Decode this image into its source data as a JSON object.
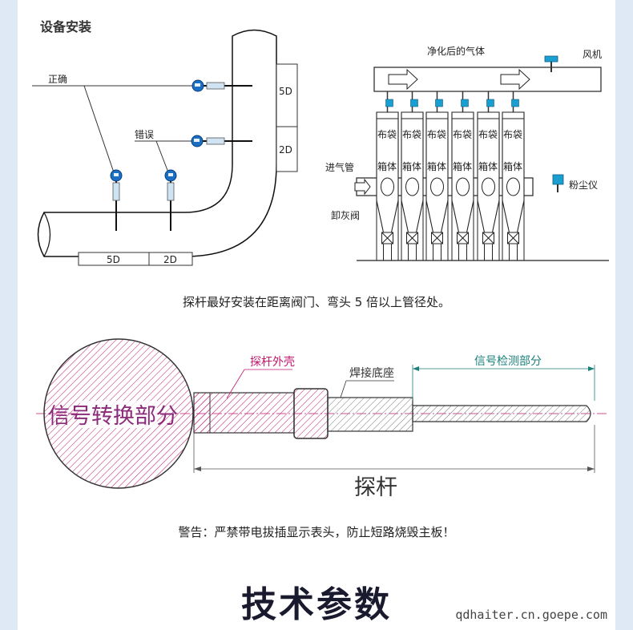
{
  "section_title": "设备安装",
  "install_diagram": {
    "label_correct": "正确",
    "label_wrong": "错误",
    "dim_5d_vertical": "5D",
    "dim_2d_vertical": "2D",
    "dim_5d_horizontal": "5D",
    "dim_2d_horizontal": "2D"
  },
  "filter_diagram": {
    "clean_gas": "净化后的气体",
    "fan": "风机",
    "bag_label": "布袋",
    "box_label": "箱体",
    "inlet": "进气管",
    "ash_valve": "卸灰阀",
    "dust_meter": "粉尘仪"
  },
  "caption_install": "探杆最好安装在距离阀门、弯头 5 倍以上管径处。",
  "probe_diagram": {
    "signal_unit": "信号转换部分",
    "probe_shell": "探杆外壳",
    "weld_base": "焊接底座",
    "detect_part": "信号检测部分",
    "probe": "探杆"
  },
  "warning": "警告：严禁带电拔插显示表头，防止短路烧毁主板！",
  "big_title": "技术参数",
  "website": "qdhaiter.cn.goepe.com",
  "colors": {
    "sensor_blue": "#1a6fc4",
    "hatch_pink": "#c0186e",
    "dim_teal": "#1b7f7a",
    "background": "#dfe8f5"
  }
}
